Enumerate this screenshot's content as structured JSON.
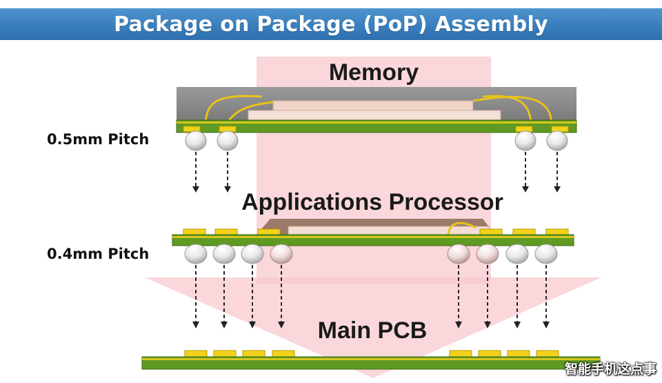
{
  "title": "Package on Package (PoP) Assembly",
  "labels": {
    "memory": "Memory",
    "processor": "Applications Processor",
    "main_pcb": "Main PCB",
    "pitch_top": "0.5mm Pitch",
    "pitch_bottom": "0.4mm Pitch"
  },
  "watermark": "智能手机这点事",
  "colors": {
    "banner": "#3a7fbd",
    "substrate": "#5f9a24",
    "pad": "#f2d21b",
    "mold": "#8c8c8c",
    "die": "#f0d5c8",
    "highlight": "#f4b8c0"
  },
  "components": [
    {
      "name": "memory-package",
      "solder_balls": 4
    },
    {
      "name": "processor-package",
      "solder_balls": 8
    },
    {
      "name": "main-pcb",
      "pads": 8
    }
  ]
}
